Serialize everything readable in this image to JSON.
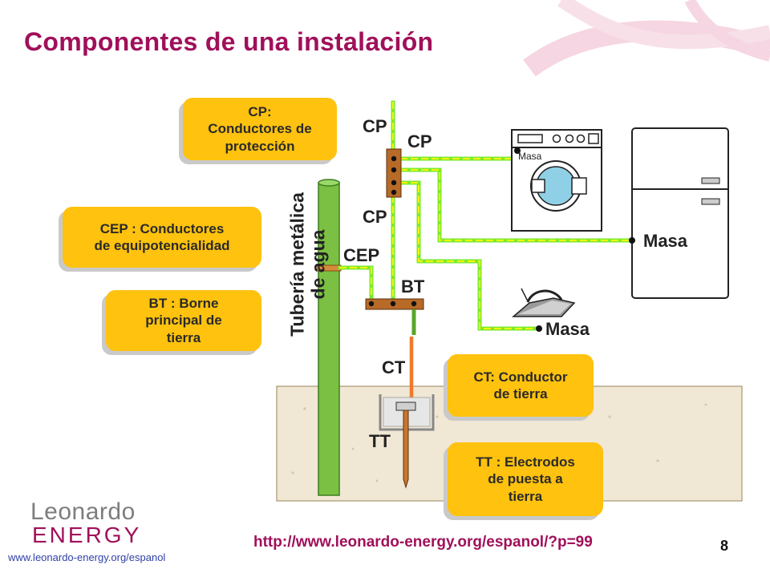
{
  "slide": {
    "title": "Componentes de una instalación",
    "page_number": "8"
  },
  "diagram": {
    "pipe_label_line1": "Tubería metálica",
    "pipe_label_line2": "de agua",
    "labels": {
      "cp_top": "CP",
      "cp_right": "CP",
      "cp_lower": "CP",
      "cep": "CEP",
      "bt": "BT",
      "ct": "CT",
      "tt": "TT",
      "masa_fridge": "Masa",
      "masa_iron": "Masa",
      "masa_washer": "Masa"
    },
    "callouts": {
      "cp": [
        "CP:",
        "Conductores de",
        "protección"
      ],
      "cep": [
        "CEP : Conductores",
        "de equipotencialidad"
      ],
      "bt": [
        "BT : Borne",
        "principal de",
        "tierra"
      ],
      "ct": [
        "CT: Conductor",
        "de tierra"
      ],
      "tt": [
        "TT : Electrodos",
        "de puesta a",
        "tierra"
      ]
    },
    "colors": {
      "protective_conductor": "#7bea2e",
      "conductor_dash": "#f5f50a",
      "earth_conductor": "#f07a2a",
      "pipe": "#7cc043",
      "terminal_block": "#b86a28",
      "callout_fill": "#ffc20e",
      "ground": "#f0e7d4"
    }
  },
  "footer": {
    "logo_line1": "Leonardo",
    "logo_line2": "ENERGY",
    "website": "www.leonardo-energy.org/espanol",
    "url": "http://www.leonardo-energy.org/espanol/?p=99"
  }
}
